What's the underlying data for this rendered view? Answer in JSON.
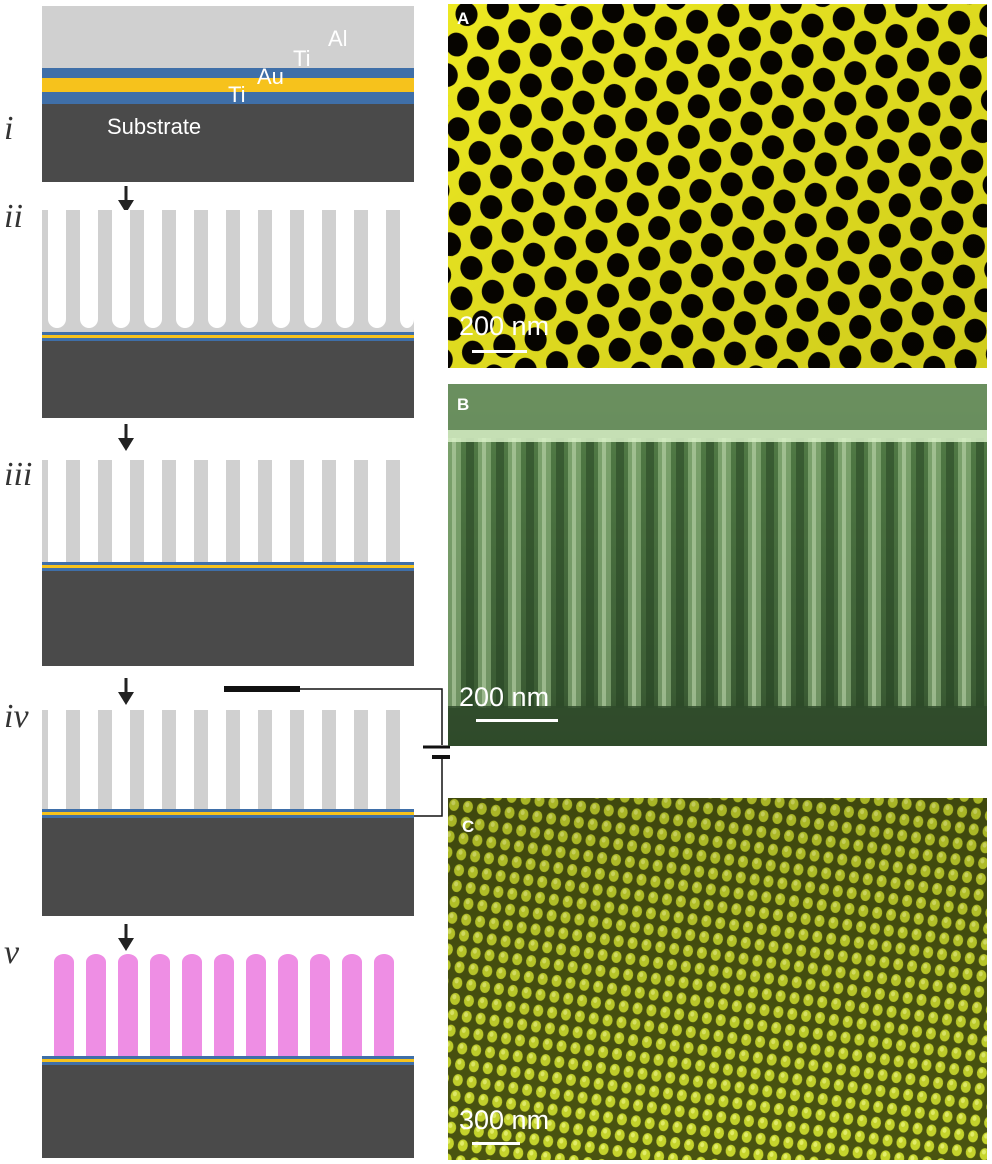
{
  "steps": [
    "i",
    "ii",
    "iii",
    "iv",
    "v"
  ],
  "layers": {
    "al": "Al",
    "ti_top": "Ti",
    "au": "Au",
    "ti_bottom": "Ti",
    "substrate": "Substrate"
  },
  "panels": [
    {
      "letter": "A",
      "scale": "200 nm"
    },
    {
      "letter": "B",
      "scale": "200 nm"
    },
    {
      "letter": "C",
      "scale": "300 nm"
    }
  ],
  "colors": {
    "aluminum": "#d0d0d0",
    "substrate": "#4a4a4a",
    "titanium": "#3f6fa8",
    "gold": "#f6c21c",
    "nanowire": "#ee8ee4",
    "sem_a": "#ece821",
    "sem_b": "#5e8a4e",
    "sem_c": "#a8b81c"
  }
}
